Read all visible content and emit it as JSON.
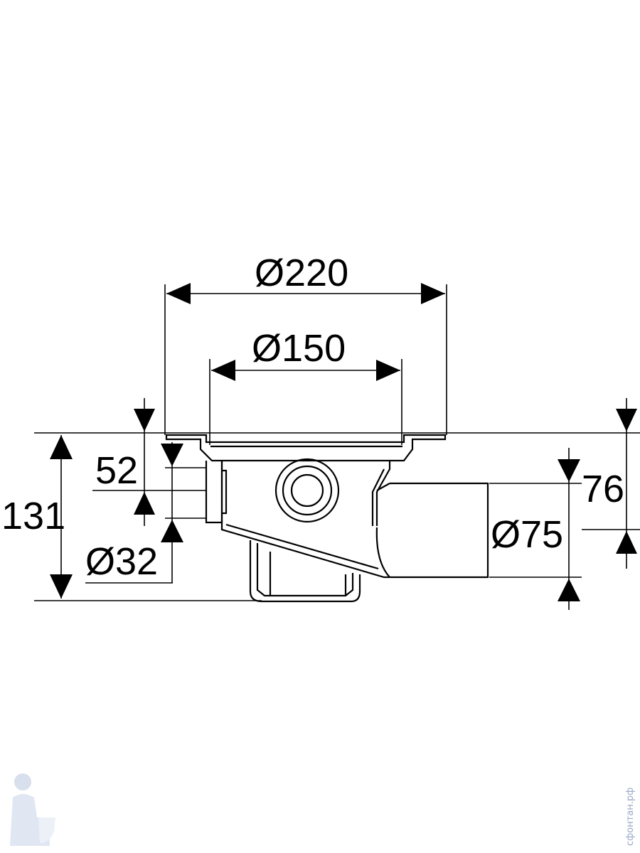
{
  "dimensions": {
    "top_diameter": "Ø220",
    "inner_diameter": "Ø150",
    "side_height": "52",
    "side_inlet": "Ø32",
    "total_height": "131",
    "outlet_height": "76",
    "outlet_diameter": "Ø75"
  },
  "watermark": {
    "text": "сфонтан.рф",
    "icon": "plumber-mascot-icon"
  }
}
